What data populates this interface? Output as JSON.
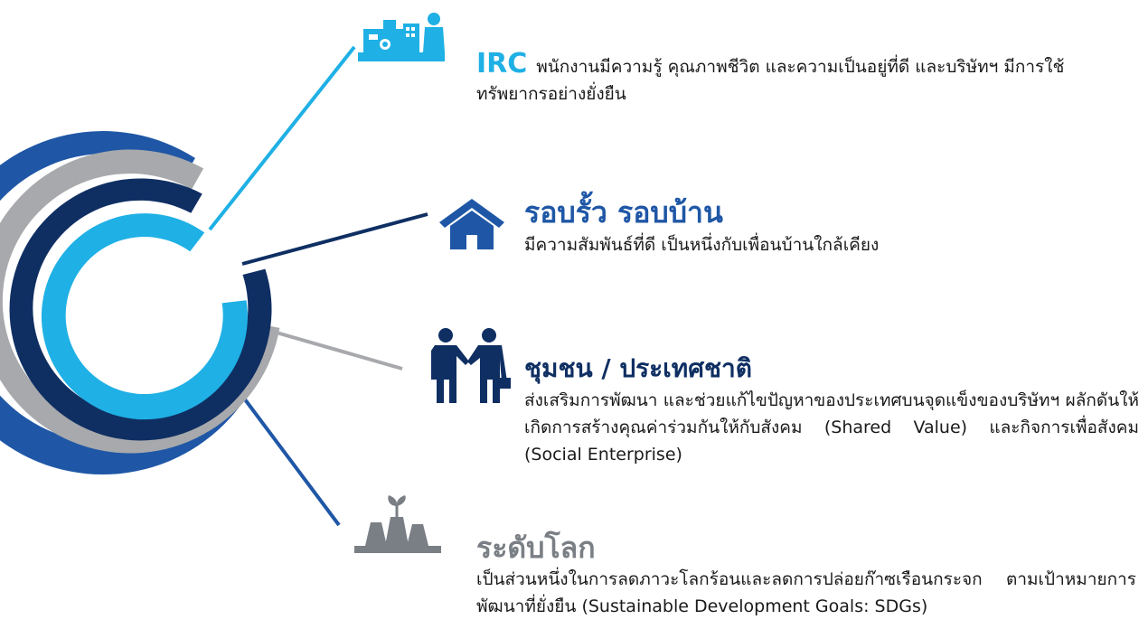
{
  "sections": [
    {
      "id": "irc",
      "title": "IRC",
      "text": "พนักงานมีความรู้ คุณภาพชีวิต และความเป็นอยู่ที่ดี และบริษัทฯ มีการใช้ทรัพยากรอย่างยั่งยืน",
      "icon": "worker-machine-icon",
      "color": "#1fb0e5"
    },
    {
      "id": "home",
      "title": "รอบรั้ว รอบบ้าน",
      "text": "มีความสัมพันธ์ที่ดี เป็นหนึ่งกับเพื่อนบ้านใกล้เคียง",
      "icon": "house-icon",
      "color": "#1f57a6"
    },
    {
      "id": "community",
      "title": "ชุมชน / ประเทศชาติ",
      "text": "ส่งเสริมการพัฒนา และช่วยแก้ไขปัญหาของประเทศบนจุดแข็งของบริษัทฯ ผลักดันให้เกิดการสร้างคุณค่าร่วมกันให้กับสังคม (Shared Value) และกิจการเพื่อสังคม (Social Enterprise)",
      "icon": "handshake-icon",
      "color": "#0f2f63"
    },
    {
      "id": "world",
      "title": "ระดับโลก",
      "text": "เป็นส่วนหนึ่งในการลดภาวะโลกร้อนและลดการปล่อยก๊าซเรือนกระจก ตามเป้าหมายการพัฒนาที่ยั่งยืน (Sustainable Development Goals: SDGs)",
      "icon": "factory-sprout-icon",
      "color": "#7a7f85"
    }
  ],
  "rings": [
    {
      "name": "outer",
      "color": "#1f57a6"
    },
    {
      "name": "gray",
      "color": "#a7a9ac"
    },
    {
      "name": "navy",
      "color": "#0f2f63"
    },
    {
      "name": "inner",
      "color": "#1fb0e5"
    }
  ]
}
